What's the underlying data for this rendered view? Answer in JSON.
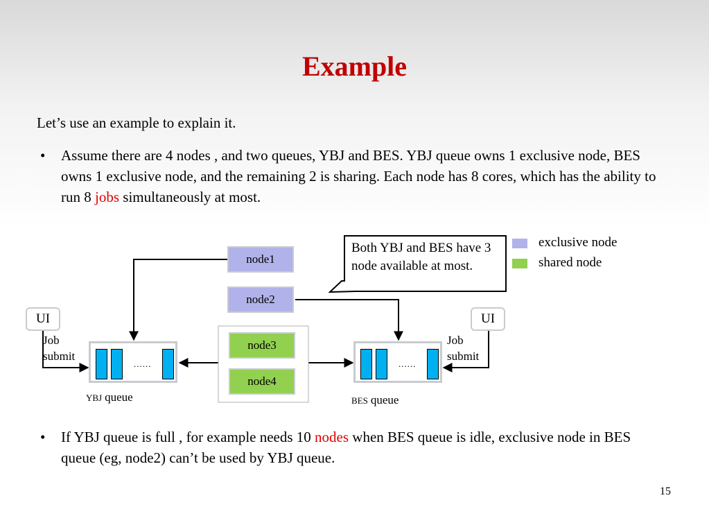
{
  "slide": {
    "title": "Example",
    "intro": "Let’s use an example to explain it.",
    "bullet_char": "•",
    "bullet1": {
      "before": "Assume there are 4 nodes , and two queues, YBJ and BES. YBJ queue owns 1 exclusive node, BES owns 1 exclusive node, and the remaining 2 is sharing. Each node has 8 cores, which has the ability to run 8 ",
      "highlight": "jobs",
      "after": " simultaneously at most."
    },
    "bullet2": {
      "before": "If YBJ queue is full , for example needs 10 ",
      "highlight": "nodes",
      "after": " when BES  queue is idle, exclusive node in BES queue (eg, node2) can’t be used by YBJ queue."
    },
    "page_number": "15"
  },
  "diagram": {
    "nodes": {
      "node1": "node1",
      "node2": "node2",
      "node3": "node3",
      "node4": "node4"
    },
    "callout": "Both YBJ and BES have  3 node available at most.",
    "legend": {
      "exclusive": {
        "label": "exclusive node",
        "color": "#b2b2ea"
      },
      "shared": {
        "label": "shared node",
        "color": "#92d050"
      }
    },
    "left": {
      "ui": "UI",
      "job_line1": "Job",
      "job_line2": "submit",
      "queue_prefix": "YBJ",
      "queue_word": "queue",
      "dots": "......"
    },
    "right": {
      "ui": "UI",
      "job_line1": "Job",
      "job_line2": "submit",
      "queue_prefix": "BES",
      "queue_word": "queue",
      "dots": "......"
    },
    "colors": {
      "title": "#c00000",
      "highlight": "#e00000",
      "slot": "#00b0f0",
      "border": "#c8cbd0"
    }
  }
}
